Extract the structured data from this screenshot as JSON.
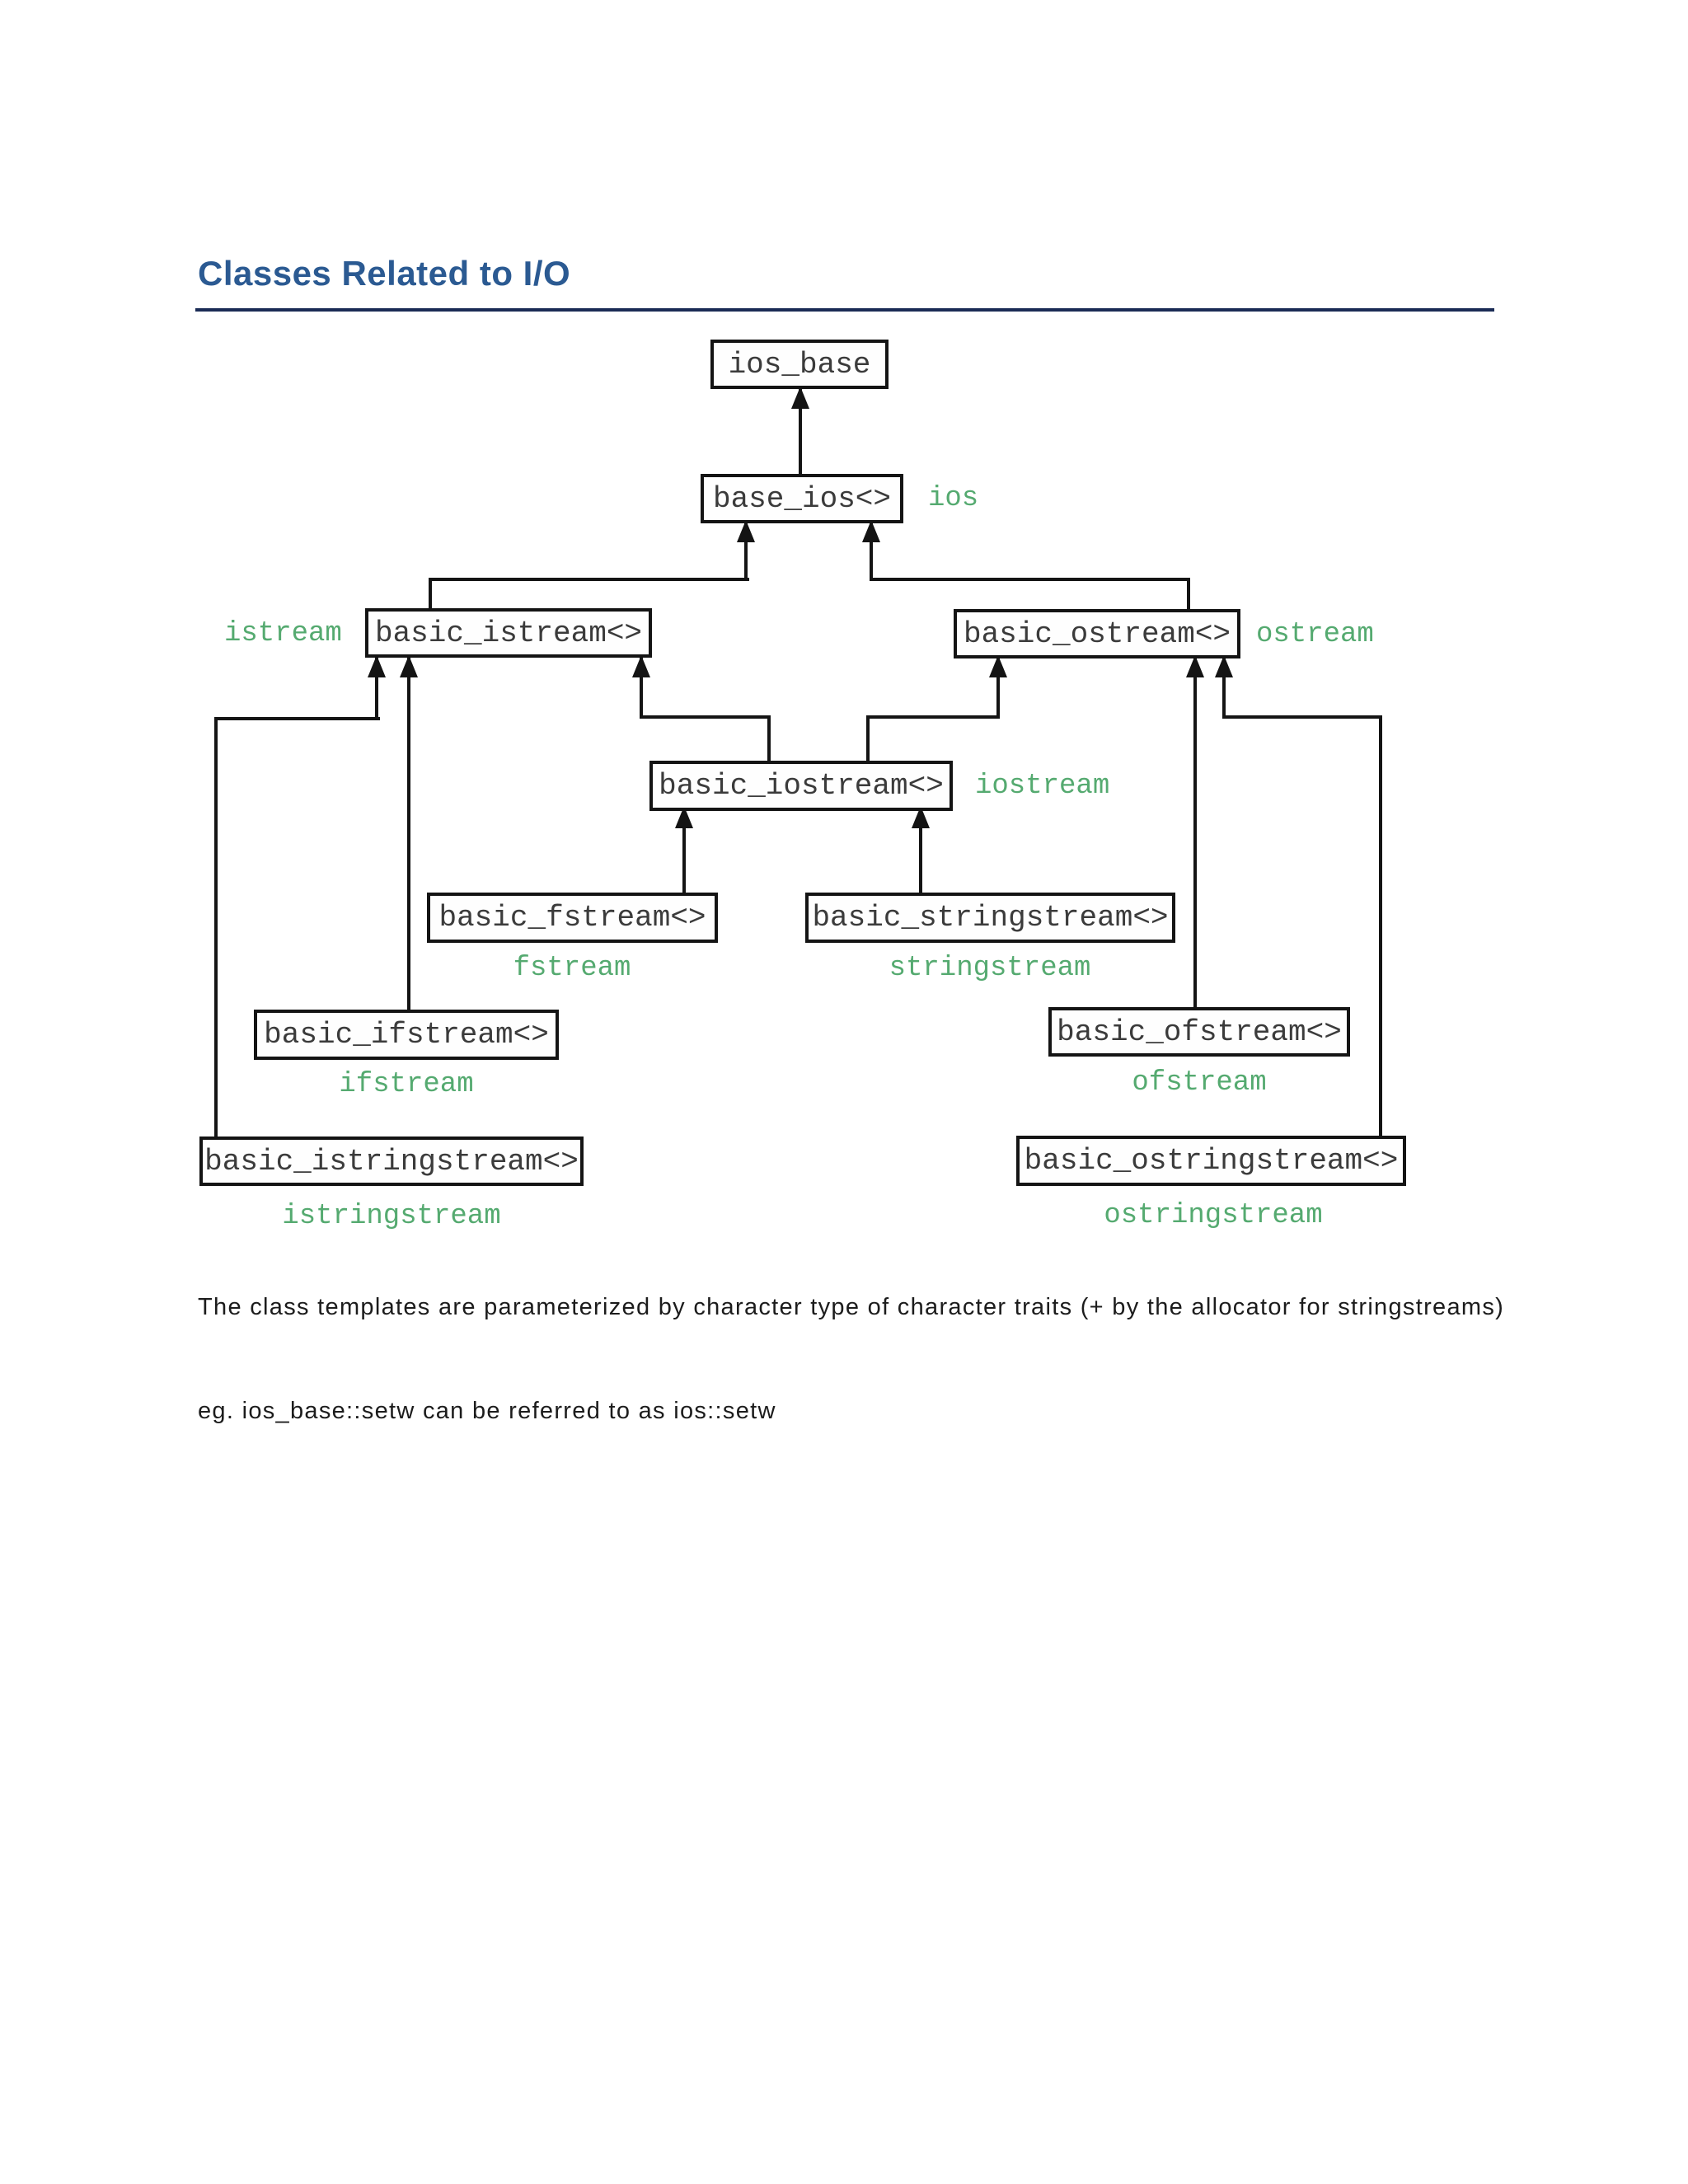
{
  "page": {
    "title": "Classes Related to I/O"
  },
  "colors": {
    "title_blue": "#2b5a92",
    "rule_navy": "#1a2b55",
    "green": "#55aa70",
    "line_black": "#141414"
  },
  "diagram": {
    "type": "class-inheritance-diagram",
    "nodes": {
      "ios_base": {
        "label": "ios_base"
      },
      "base_ios": {
        "label": "base_ios<>",
        "alias": "ios"
      },
      "basic_istream": {
        "label": "basic_istream<>",
        "alias": "istream"
      },
      "basic_ostream": {
        "label": "basic_ostream<>",
        "alias": "ostream"
      },
      "basic_iostream": {
        "label": "basic_iostream<>",
        "alias": "iostream"
      },
      "basic_fstream": {
        "label": "basic_fstream<>",
        "alias": "fstream"
      },
      "basic_stringstream": {
        "label": "basic_stringstream<>",
        "alias": "stringstream"
      },
      "basic_ifstream": {
        "label": "basic_ifstream<>",
        "alias": "ifstream"
      },
      "basic_ofstream": {
        "label": "basic_ofstream<>",
        "alias": "ofstream"
      },
      "basic_istringstream": {
        "label": "basic_istringstream<>",
        "alias": "istringstream"
      },
      "basic_ostringstream": {
        "label": "basic_ostringstream<>",
        "alias": "ostringstream"
      }
    },
    "edges": [
      {
        "from": "base_ios",
        "to": "ios_base"
      },
      {
        "from": "basic_istream",
        "to": "base_ios"
      },
      {
        "from": "basic_ostream",
        "to": "base_ios"
      },
      {
        "from": "basic_iostream",
        "to": "basic_istream"
      },
      {
        "from": "basic_iostream",
        "to": "basic_ostream"
      },
      {
        "from": "basic_fstream",
        "to": "basic_iostream"
      },
      {
        "from": "basic_stringstream",
        "to": "basic_iostream"
      },
      {
        "from": "basic_ifstream",
        "to": "basic_istream"
      },
      {
        "from": "basic_ofstream",
        "to": "basic_ostream"
      },
      {
        "from": "basic_istringstream",
        "to": "basic_istream"
      },
      {
        "from": "basic_ostringstream",
        "to": "basic_ostream"
      }
    ]
  },
  "notes": {
    "para1": "The class templates are parameterized by character type of character traits (+ by the allocator for stringstreams)",
    "para2": "eg. ios_base::setw can be referred to as ios::setw"
  }
}
